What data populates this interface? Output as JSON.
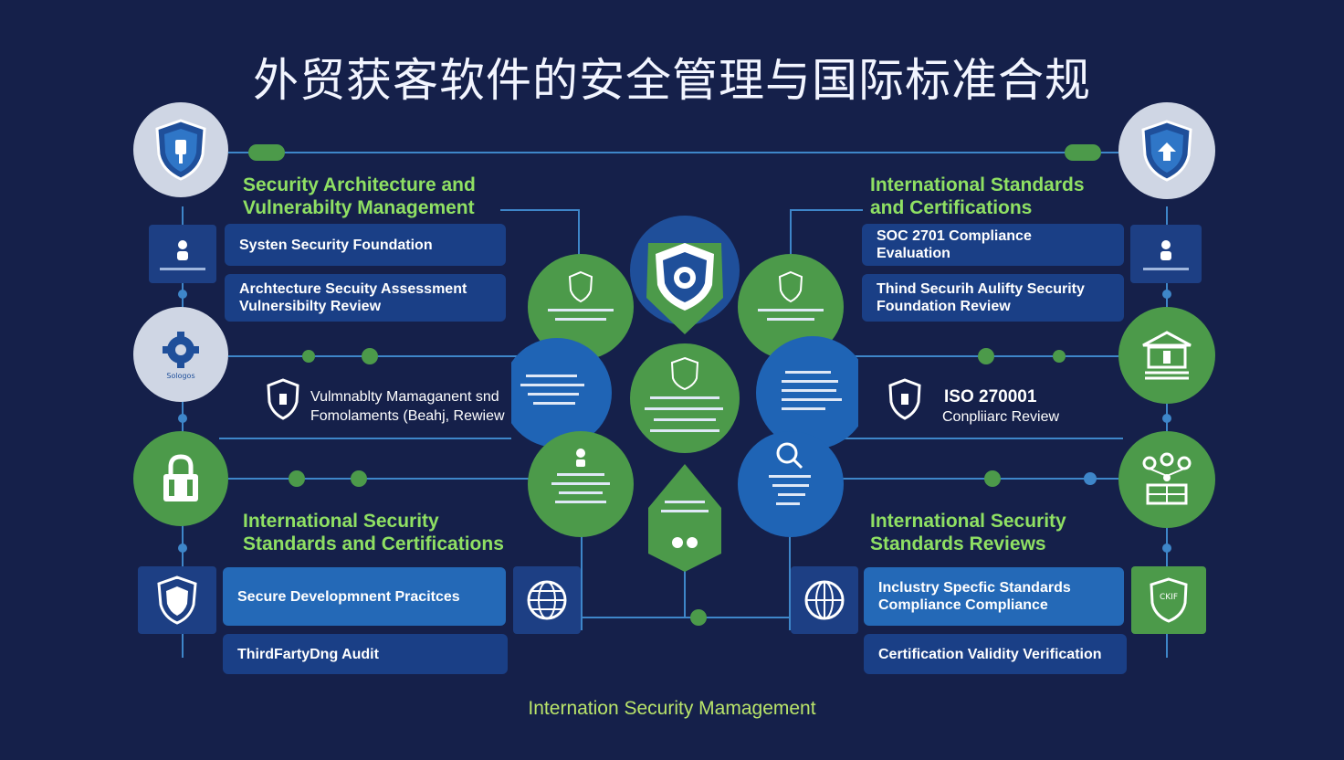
{
  "title": "外贸获客软件的安全管理与国际标准合规",
  "footer": "Internation  Security Mamagement",
  "colors": {
    "background": "#15204a",
    "green": "#4c9a4a",
    "blue": "#1f4f9a",
    "light_blue": "#2469b7",
    "heading_green": "#8fe063",
    "line": "#3e86c9"
  },
  "left": {
    "top_heading": [
      "Security Architecture and",
      "Vulnerabilty Management"
    ],
    "boxes": [
      "Systen Security Foundation",
      "Archtecture Secuity Assessment Vulnersibilty Review"
    ],
    "middle_text": [
      "Vulmnablty Mamaganent snd",
      "Fomolaments (Beahj, Rewiew"
    ],
    "gear_label": "Sologos",
    "bottom_heading": [
      "International Security",
      "Standards and Certifications"
    ],
    "bottom_boxes": [
      "Secure Developmnent Pracitces",
      "ThirdFartyDng Audit"
    ]
  },
  "right": {
    "top_heading": [
      "International Standards",
      "and Certifications"
    ],
    "boxes": [
      "SOC 2701 Compliance Evaluation",
      "Thind Securih Aulifty Security Foundation Review"
    ],
    "middle_text": [
      "ISO 270001",
      "Conpliiarc Review"
    ],
    "bottom_heading": [
      "International Security",
      "Standards Reviews"
    ],
    "bottom_boxes": [
      "Inclustry Specfic Standards Compliance Compliance",
      "Certification Validity Verification"
    ],
    "badge_label": "CKIF"
  },
  "icons": {
    "left_top": "shield-icon",
    "right_top": "shield-icon",
    "left_gear": "gear-icon",
    "left_lock": "lock-icon",
    "right_building": "building-icon",
    "right_network": "network-icon",
    "center_hub": "shield-icon",
    "center_search": "search-icon",
    "globe_left": "globe-icon",
    "globe_right": "globe-icon",
    "middle_shield_left": "shield-icon",
    "middle_shield_right": "shield-icon"
  }
}
